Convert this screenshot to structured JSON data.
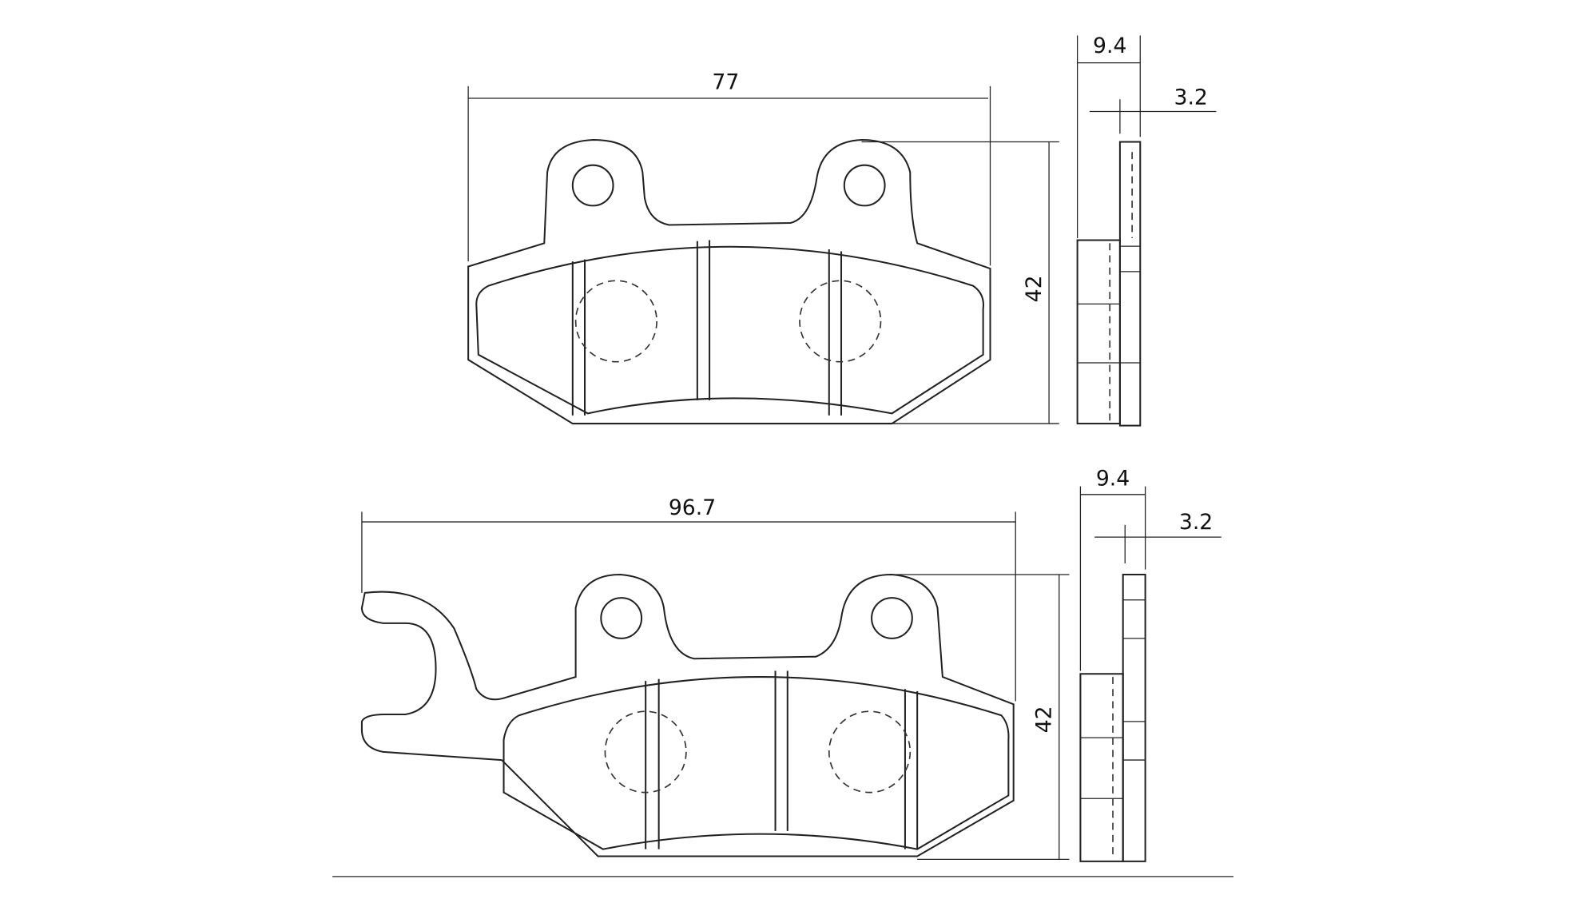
{
  "drawing": {
    "top_pad": {
      "width_label": "77",
      "height_label": "42",
      "thickness_label": "9.4",
      "backplate_label": "3.2"
    },
    "bottom_pad": {
      "width_label": "96.7",
      "height_label": "42",
      "thickness_label": "9.4",
      "backplate_label": "3.2"
    },
    "line_color": "#222222"
  }
}
